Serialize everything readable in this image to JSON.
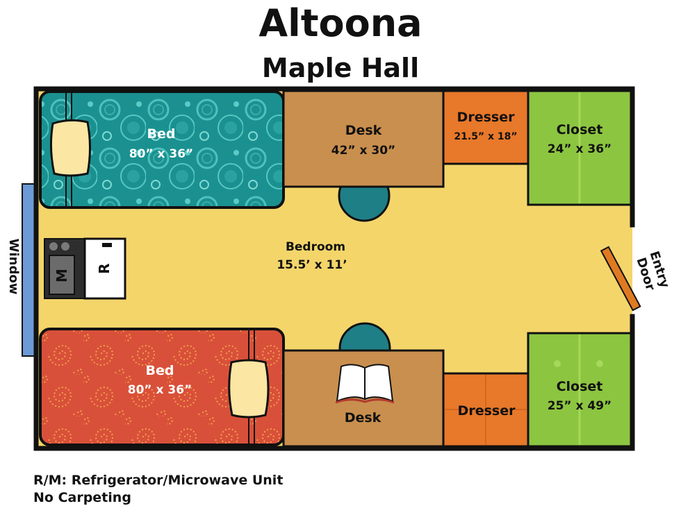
{
  "header": {
    "title": "Altoona",
    "subtitle": "Maple Hall"
  },
  "room": {
    "name": "Bedroom",
    "size": "15.5’ x 11’"
  },
  "furniture": {
    "bed_top": {
      "name": "Bed",
      "size": "80” x 36”"
    },
    "bed_bottom": {
      "name": "Bed",
      "size": "80” x 36”"
    },
    "desk_top": {
      "name": "Desk",
      "size": "42” x 30”"
    },
    "desk_bottom": {
      "name": "Desk"
    },
    "dresser_top": {
      "name": "Dresser",
      "size": "21.5” x 18”"
    },
    "dresser_bottom": {
      "name": "Dresser"
    },
    "closet_top": {
      "name": "Closet",
      "size": "24” x 36”"
    },
    "closet_bottom": {
      "name": "Closet",
      "size": "25” x 49”"
    },
    "fridge": {
      "label": "R"
    },
    "microwave": {
      "label": "M"
    }
  },
  "window_label": "Window",
  "entry_door": {
    "line1": "Entry",
    "line2": "Door"
  },
  "notes": [
    "R/M: Refrigerator/Microwave Unit",
    "No Carpeting"
  ],
  "colors": {
    "floor": "#f4d56a",
    "wall": "#111111",
    "bed_top": "#1a9190",
    "bed_bottom": "#d9503a",
    "desk": "#c98f4e",
    "dresser": "#e8782a",
    "closet": "#8cc540",
    "chair": "#1f7f86",
    "window": "#6c9ad6",
    "door": "#e07a22"
  }
}
